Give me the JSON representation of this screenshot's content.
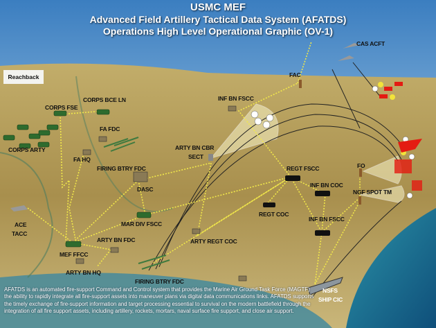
{
  "title": {
    "line1": "USMC MEF",
    "line2": "Advanced Field Artillery Tactical Data System (AFATDS)",
    "line3": "Operations High Level Operational Graphic (OV-1)"
  },
  "reachback": "Reachback",
  "labels": {
    "corps_fse": "CORPS FSE",
    "corps_bce_ln": "CORPS BCE LN",
    "corps_arty": "CORPS ARTY",
    "fa_fdc": "FA FDC",
    "fa_hq": "FA HQ",
    "firing_btry_fdc_1": "FIRING BTRY FDC",
    "arty_bn_cbr_1": "ARTY BN CBR",
    "arty_bn_cbr_2": "SECT",
    "dasc": "DASC",
    "inf_bn_fscc_1": "INF BN FSCC",
    "fac": "FAC",
    "cas_acft": "CAS ACFT",
    "regt_fscc": "REGT FSCC",
    "fo": "FO",
    "inf_bn_coc": "INF BN COC",
    "ngf_spot_tm": "NGF SPOT TM",
    "regt_coc": "REGT COC",
    "inf_bn_fscc_2": "INF BN FSCC",
    "ace": "ACE",
    "tacc": "TACC",
    "mar_div_fscc": "MAR DIV FSCC",
    "arty_bn_fdc": "ARTY BN FDC",
    "mef_ffcc": "MEF FFCC",
    "arty_regt_coc": "ARTY REGT COC",
    "arty_bn_hq": "ARTY BN HQ",
    "firing_btry_fdc_2": "FIRING BTRY FDC",
    "nsfs": "NSFS",
    "ship_cic": "SHIP CIC"
  },
  "description": "AFATDS is an automated fire-support Command and Control system that provides the Marine Air Ground Task Force (MAGTF) the ability to rapidly integrate all fire-support assets into maneuver plans via digital data communications links. AFATDS supports the timely exchange of fire-support information and target processing essential to survival on the modern battlefield through the integration of all fire support assets, including artillery, rockets, mortars, naval surface fire support, and close air support.",
  "colors": {
    "link": "#f2e94a",
    "enemy": "#e41b12",
    "sea": "#1f7d96",
    "terrain": "#b9a05a"
  }
}
